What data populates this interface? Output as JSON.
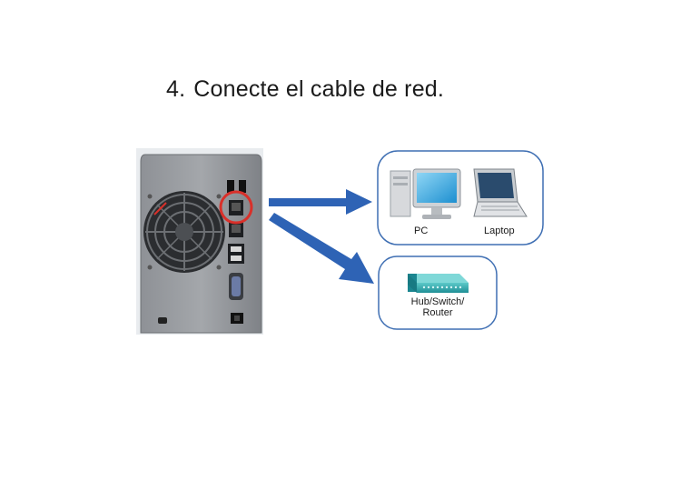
{
  "instruction": {
    "number": "4.",
    "text": "Conecte el cable de red."
  },
  "devices": {
    "computers_box": {
      "pc_label": "PC",
      "laptop_label": "Laptop"
    },
    "network_box": {
      "line1": "Hub/Switch/",
      "line2": "Router"
    }
  },
  "icons": {
    "nas": "nas-back-panel",
    "highlight": "red-circle-lan-port",
    "arrows": "blue-arrows"
  },
  "colors": {
    "arrow": "#2e63b5",
    "highlight": "#d9302a",
    "box_border": "#3f6fb3",
    "switch": "#2aa3a8"
  }
}
